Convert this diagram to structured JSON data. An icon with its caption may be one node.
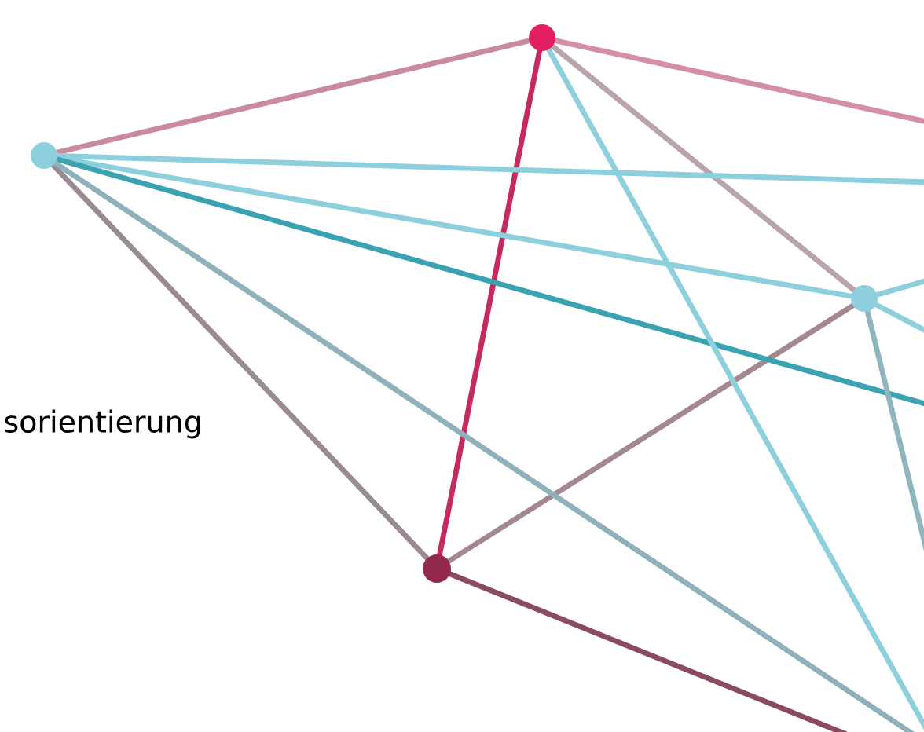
{
  "diagram": {
    "nodes": [
      {
        "text": [],
        "shape": "circle"
      },
      {
        "text": [],
        "shape": "circle"
      },
      {
        "text": [],
        "shape": "circle"
      },
      {
        "text": [],
        "shape": "circle"
      }
    ],
    "edges": [
      {
        "from": 0,
        "to": 1,
        "arrow": "none",
        "color": "#c98a9e"
      },
      {
        "from": 1,
        "to": 3,
        "arrow": "none",
        "color": "#c62a5c"
      },
      {
        "from": 1,
        "to": 2,
        "arrow": "none",
        "color": "#b9a3ad"
      },
      {
        "from": 0,
        "to": 2,
        "arrow": "none"
      },
      {
        "from": 0,
        "to": 3,
        "arrow": "none",
        "color": "#9a8a93"
      },
      {
        "from": 3,
        "to": 2,
        "arrow": "none",
        "color": "#a3888f"
      },
      {
        "from": 0,
        "to": null,
        "arrow": "none"
      },
      {
        "from": 0,
        "to": null,
        "arrow": "none",
        "color": "#3aa2b1"
      },
      {
        "from": 0,
        "to": null,
        "arrow": "none",
        "color": "#8fb1bb"
      },
      {
        "from": 1,
        "to": null,
        "arrow": "none",
        "color": "#d58fa5"
      },
      {
        "from": 1,
        "to": null,
        "arrow": "none"
      },
      {
        "from": 2,
        "to": null,
        "arrow": "none"
      },
      {
        "from": 2,
        "to": null,
        "arrow": "none"
      },
      {
        "from": 2,
        "to": null,
        "arrow": "none",
        "color": "#8fb5be"
      },
      {
        "from": 3,
        "to": null,
        "arrow": "none",
        "color": "#8a4a62"
      }
    ],
    "labels": [
      "sorientierung"
    ]
  }
}
